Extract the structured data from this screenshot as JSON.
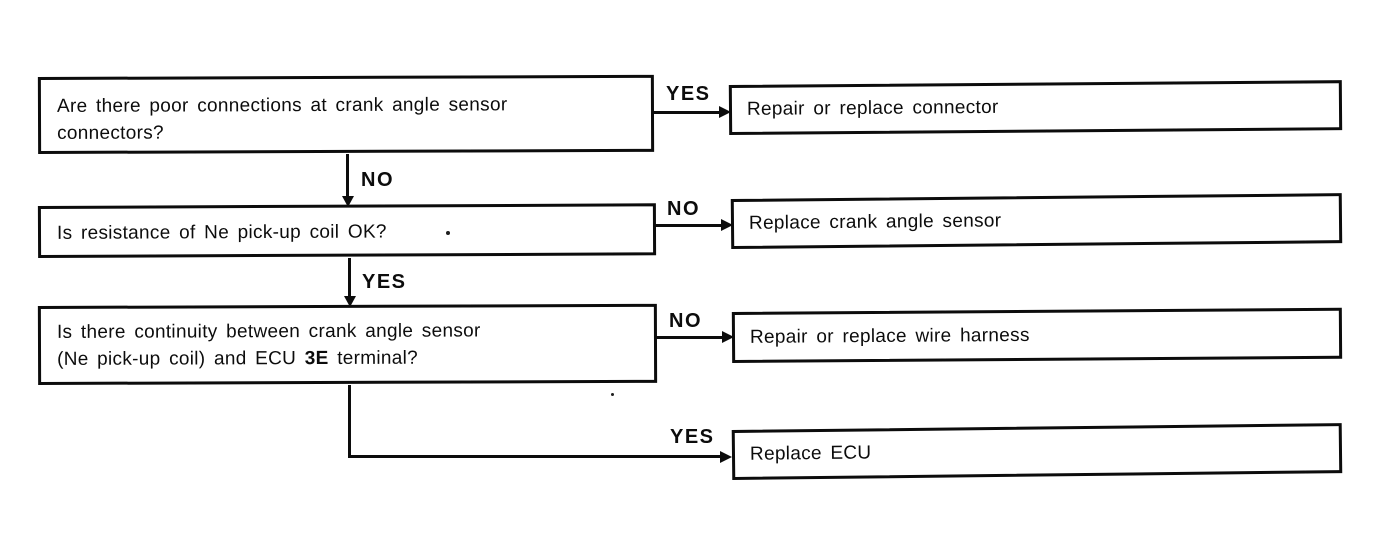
{
  "flowchart": {
    "title": "crank-angle-sensor-troubleshooting",
    "colors": {
      "ink": "#0c0c0c",
      "background": "#ffffff"
    },
    "questions": [
      {
        "lines": [
          "Are there poor connections at crank angle sensor",
          "connectors?"
        ]
      },
      {
        "lines": [
          "Is resistance of Ne pick-up coil OK?"
        ]
      },
      {
        "line1": "Is there continuity between crank angle sensor",
        "line2": {
          "pre": "(Ne pick-up coil) and ECU ",
          "bold": "3E",
          "post": " terminal?"
        }
      }
    ],
    "actions": [
      {
        "label": "Repair or replace connector"
      },
      {
        "label": "Replace crank angle sensor"
      },
      {
        "label": "Repair or replace wire harness"
      },
      {
        "label": "Replace ECU"
      }
    ],
    "connectors": [
      {
        "from": "question-1",
        "to": "action-1",
        "label": "YES",
        "direction": "right"
      },
      {
        "from": "question-1",
        "to": "question-2",
        "label": "NO",
        "direction": "down"
      },
      {
        "from": "question-2",
        "to": "action-2",
        "label": "NO",
        "direction": "right"
      },
      {
        "from": "question-2",
        "to": "question-3",
        "label": "YES",
        "direction": "down"
      },
      {
        "from": "question-3",
        "to": "action-3",
        "label": "NO",
        "direction": "right"
      },
      {
        "from": "question-3",
        "to": "action-4",
        "label": "YES",
        "direction": "down-right"
      }
    ]
  }
}
